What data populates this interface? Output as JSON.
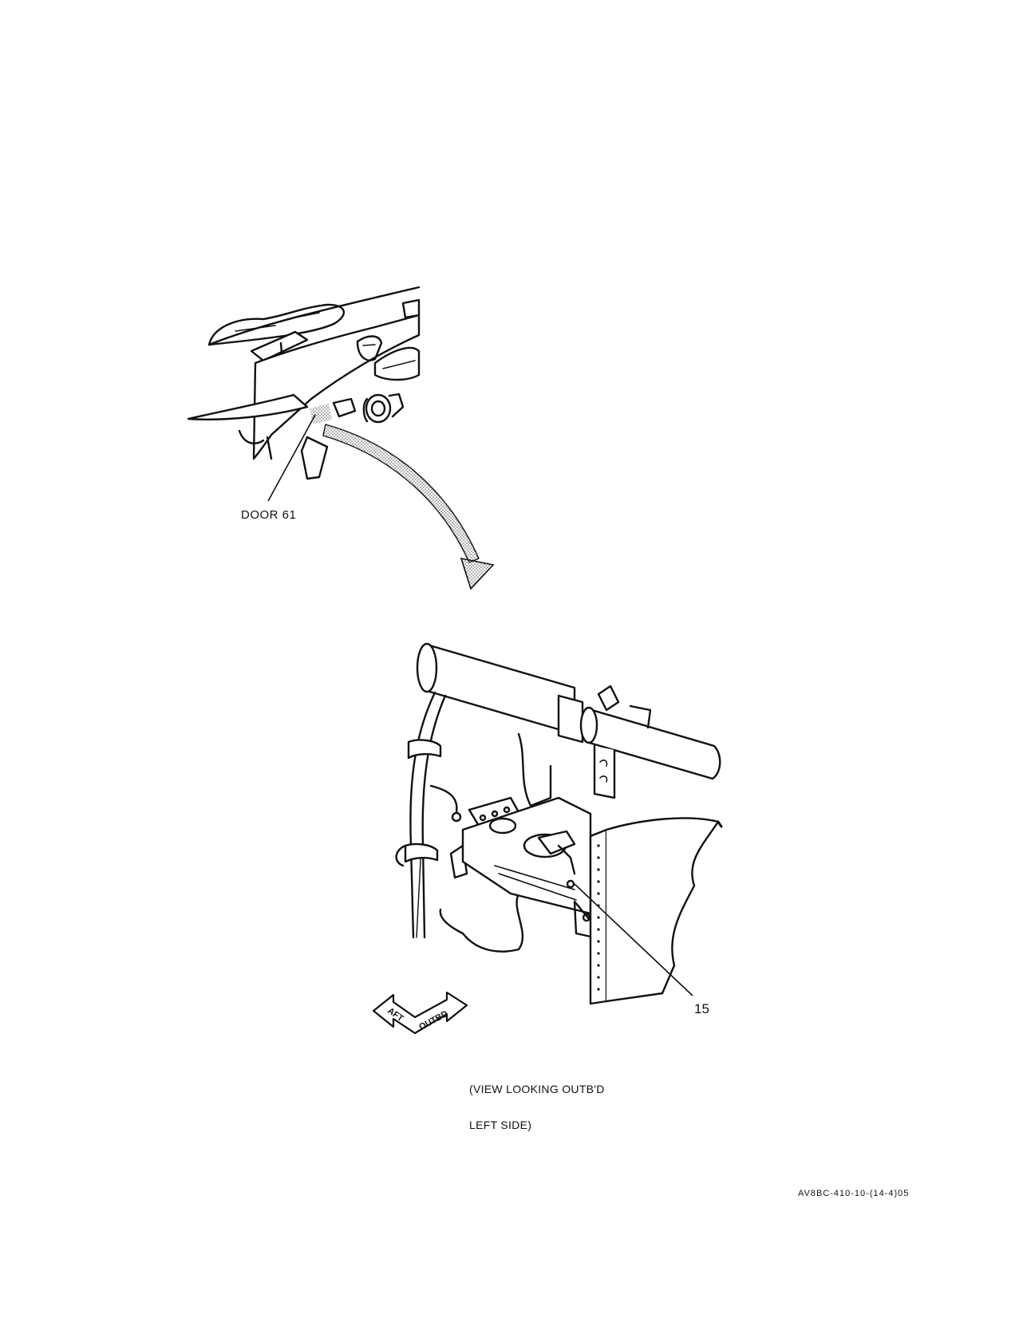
{
  "labels": {
    "door": "DOOR 61",
    "callout": "15",
    "caption_line1": "(VIEW LOOKING OUTB'D",
    "caption_line2": "LEFT SIDE)",
    "document_number": "AV8BC-410-10-(14-4)05"
  },
  "direction_arrow": {
    "left": "AFT",
    "right": "OUTBD"
  },
  "colors": {
    "ink": "#111111",
    "paper": "#ffffff",
    "stipple": "#555555"
  }
}
